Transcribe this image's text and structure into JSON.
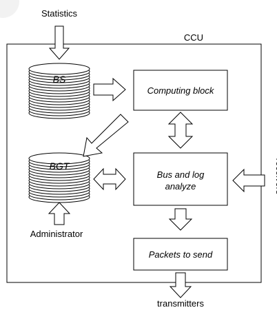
{
  "container": {
    "label": "CCU"
  },
  "external": {
    "statistics": "Statistics",
    "administrator": "Administrator",
    "transmitters": "transmitters",
    "receivers": "receivers"
  },
  "databases": {
    "bs": "BS",
    "bgt": "BGT"
  },
  "blocks": {
    "computing": "Computing block",
    "bus_line1": "Bus and log",
    "bus_line2": "analyze",
    "packets": "Packets to send"
  }
}
